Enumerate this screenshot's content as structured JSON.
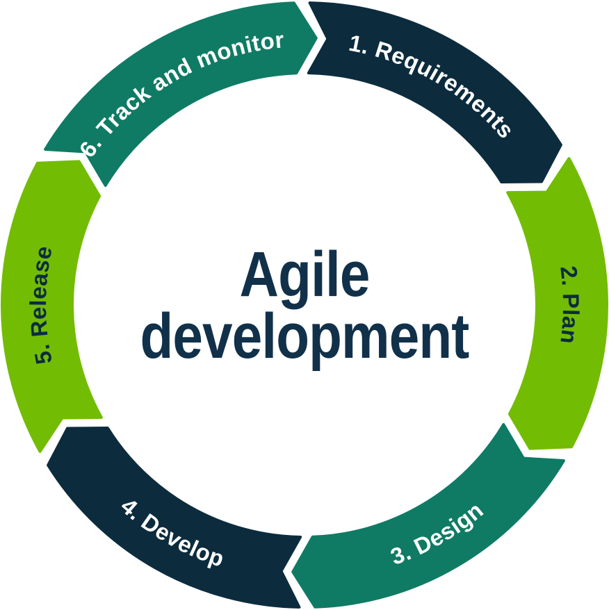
{
  "diagram": {
    "type": "cycle",
    "direction": "clockwise",
    "center_title": {
      "full": "Agile development",
      "line1": "Agile",
      "line2": "development"
    },
    "segments": [
      {
        "step": 1,
        "label": "1. Requirements",
        "color": "#0c2c3e",
        "text_color": "#ffffff"
      },
      {
        "step": 2,
        "label": "2. Plan",
        "color": "#73bc04",
        "text_color": "#0c2c3e"
      },
      {
        "step": 3,
        "label": "3. Design",
        "color": "#0f7b64",
        "text_color": "#ffffff"
      },
      {
        "step": 4,
        "label": "4. Develop",
        "color": "#0c2c3e",
        "text_color": "#ffffff"
      },
      {
        "step": 5,
        "label": "5. Release",
        "color": "#73bc04",
        "text_color": "#0c2c3e"
      },
      {
        "step": 6,
        "label": "6. Track and monitor",
        "color": "#0f7b64",
        "text_color": "#ffffff"
      }
    ],
    "colors": {
      "background": "#ffffff",
      "navy": "#0c2c3e",
      "lime": "#73bc04",
      "teal": "#0f7b64",
      "title_text": "#11304a"
    }
  }
}
